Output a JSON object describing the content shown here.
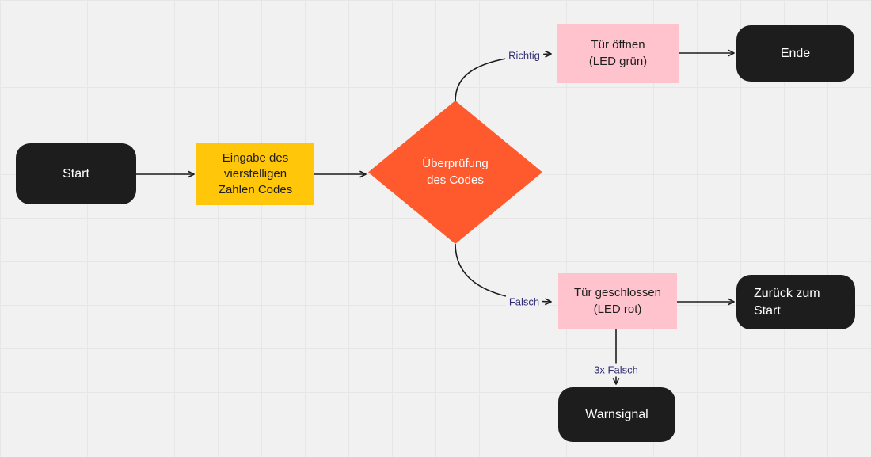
{
  "colors": {
    "canvas_bg": "#f2f1f1",
    "grid_line": "#e7e5e5",
    "connector": "#1d1d1d",
    "node_dark": "#1d1d1d",
    "node_yellow": "#ffc60a",
    "node_orange": "#ff5a2e",
    "node_pink": "#ffc3cd",
    "edge_label_text": "#2e2c72"
  },
  "nodes": {
    "start": {
      "label": "Start",
      "shape": "rounded-rectangle",
      "fill": "dark"
    },
    "eingabe": {
      "label": "Eingabe des\nvierstelligen\nZahlen Codes",
      "shape": "rectangle",
      "fill": "yellow"
    },
    "pruefung": {
      "label": "Überprüfung\ndes Codes",
      "shape": "diamond",
      "fill": "orange"
    },
    "tuer_oeffnen": {
      "label": "Tür öffnen\n(LED grün)",
      "shape": "rectangle",
      "fill": "pink"
    },
    "ende": {
      "label": "Ende",
      "shape": "rounded-rectangle",
      "fill": "dark"
    },
    "tuer_geschlossen": {
      "label": "Tür geschlossen\n(LED rot)",
      "shape": "rectangle",
      "fill": "pink"
    },
    "zurueck": {
      "label": "Zurück zum\nStart",
      "shape": "rounded-rectangle",
      "fill": "dark"
    },
    "warnsignal": {
      "label": "Warnsignal",
      "shape": "rounded-rectangle",
      "fill": "dark"
    }
  },
  "edges": [
    {
      "from": "start",
      "to": "eingabe",
      "label": ""
    },
    {
      "from": "eingabe",
      "to": "pruefung",
      "label": ""
    },
    {
      "from": "pruefung",
      "to": "tuer_oeffnen",
      "label": "Richtig"
    },
    {
      "from": "tuer_oeffnen",
      "to": "ende",
      "label": ""
    },
    {
      "from": "pruefung",
      "to": "tuer_geschlossen",
      "label": "Falsch"
    },
    {
      "from": "tuer_geschlossen",
      "to": "zurueck",
      "label": ""
    },
    {
      "from": "tuer_geschlossen",
      "to": "warnsignal",
      "label": "3x Falsch"
    }
  ]
}
